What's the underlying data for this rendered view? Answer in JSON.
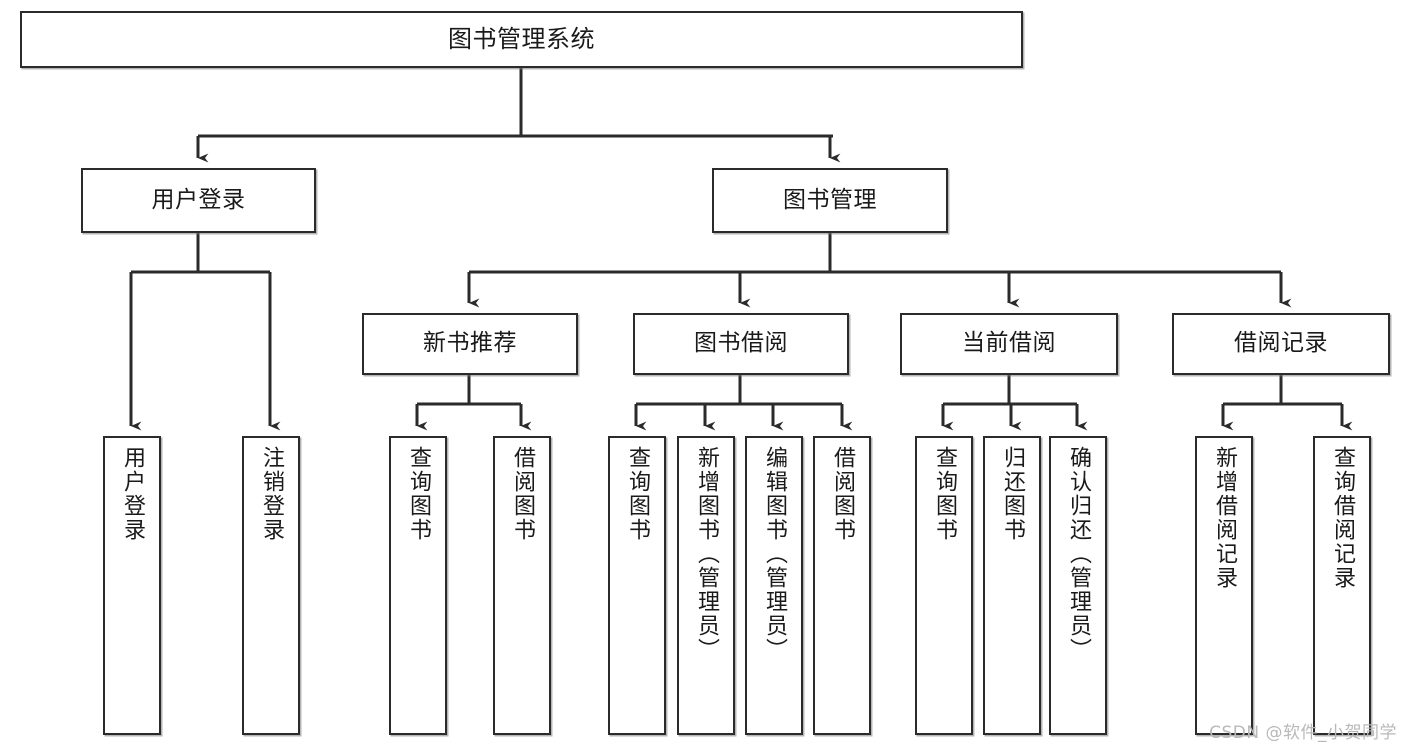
{
  "diagram": {
    "title": "图书管理系统",
    "type": "tree-hierarchy",
    "orientation": "top-down",
    "colors": {
      "node_border": "#2b2b2b",
      "node_fill": "#ffffff",
      "edge": "#2b2b2b",
      "text": "#1a1a1a",
      "watermark": "#b9b9b9",
      "background": "#ffffff"
    },
    "root": {
      "label": "图书管理系统"
    },
    "level2": [
      {
        "id": "user-login",
        "label": "用户登录"
      },
      {
        "id": "book-manage",
        "label": "图书管理"
      }
    ],
    "level3": [
      {
        "id": "new-book-recommend",
        "label": "新书推荐"
      },
      {
        "id": "book-borrow",
        "label": "图书借阅"
      },
      {
        "id": "current-borrow",
        "label": "当前借阅"
      },
      {
        "id": "borrow-record",
        "label": "借阅记录"
      }
    ],
    "leaves": {
      "user_login": [
        {
          "id": "leaf-user-login",
          "label": "用户登录"
        },
        {
          "id": "leaf-user-logout",
          "label": "注销登录"
        }
      ],
      "new_book_recommend": [
        {
          "id": "leaf-query-book-1",
          "label": "查询图书"
        },
        {
          "id": "leaf-borrow-book-1",
          "label": "借阅图书"
        }
      ],
      "book_borrow": [
        {
          "id": "leaf-query-book-2",
          "label": "查询图书"
        },
        {
          "id": "leaf-add-book",
          "label": "新增图书（管理员）"
        },
        {
          "id": "leaf-edit-book",
          "label": "编辑图书（管理员）"
        },
        {
          "id": "leaf-borrow-book-2",
          "label": "借阅图书"
        }
      ],
      "current_borrow": [
        {
          "id": "leaf-query-book-3",
          "label": "查询图书"
        },
        {
          "id": "leaf-return-book",
          "label": "归还图书"
        },
        {
          "id": "leaf-confirm-return",
          "label": "确认归还（管理员）"
        }
      ],
      "borrow_record": [
        {
          "id": "leaf-add-record",
          "label": "新增借阅记录"
        },
        {
          "id": "leaf-query-record",
          "label": "查询借阅记录"
        }
      ]
    }
  },
  "watermark": {
    "text": "CSDN @软件_小贺同学"
  }
}
